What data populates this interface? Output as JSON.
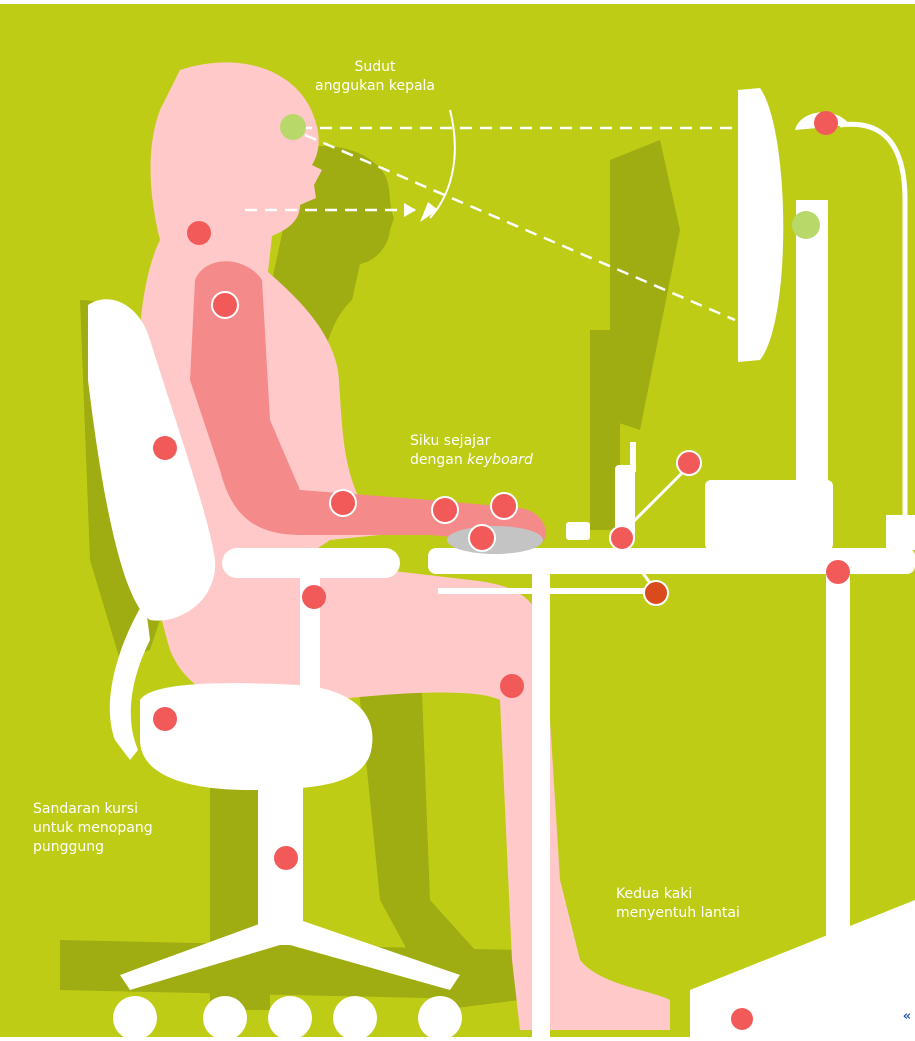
{
  "colors": {
    "background": "#bfcc16",
    "shadow": "#9fac12",
    "person": "#ffc9c9",
    "arm": "#f58a8a",
    "marker": "#f25a5a",
    "marker_dark": "#d94a1c",
    "eye_marker": "#b8d86a",
    "furniture": "#ffffff"
  },
  "labels": {
    "head_angle": [
      "Sudut",
      "anggukan kepala"
    ],
    "elbow": {
      "line1": "Siku sejajar",
      "line2_prefix": "dengan ",
      "line2_emphasis": "keyboard"
    },
    "backrest": [
      "Sandaran kursi",
      "untuk menopang",
      "punggung"
    ],
    "feet": [
      "Kedua kaki",
      "menyentuh lantai"
    ]
  },
  "controls": {
    "collapse_glyph": "«"
  }
}
